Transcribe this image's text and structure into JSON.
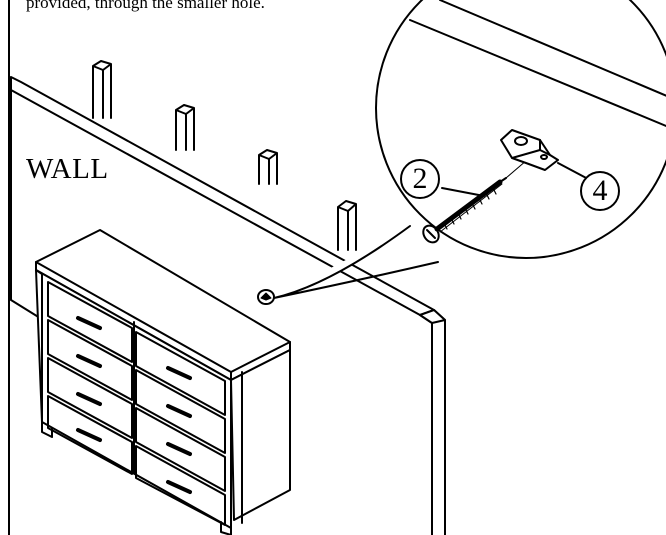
{
  "instruction": {
    "caption": "provided, through the smaller hole."
  },
  "labels": {
    "wall": "WALL",
    "screw_callout": "2",
    "bracket_callout": "4"
  },
  "icons": {
    "screw": "wood-screw-icon",
    "bracket": "l-bracket-icon"
  },
  "colors": {
    "line": "#000000",
    "background": "#ffffff"
  }
}
